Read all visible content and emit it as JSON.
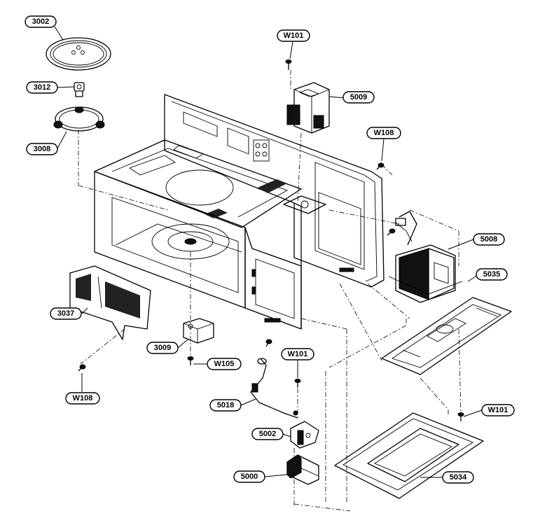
{
  "callouts": {
    "c3002": "3002",
    "c3012": "3012",
    "c3008": "3008",
    "cW101_top": "W101",
    "c5009": "5009",
    "cW108_right": "W108",
    "c5008": "5008",
    "c5035": "5035",
    "c3037": "3037",
    "c3009": "3009",
    "cW105": "W105",
    "cW101_mid": "W101",
    "cW108_left": "W108",
    "c5018": "5018",
    "c5002": "5002",
    "c5000": "5000",
    "c5034": "5034",
    "cW101_right": "W101"
  }
}
